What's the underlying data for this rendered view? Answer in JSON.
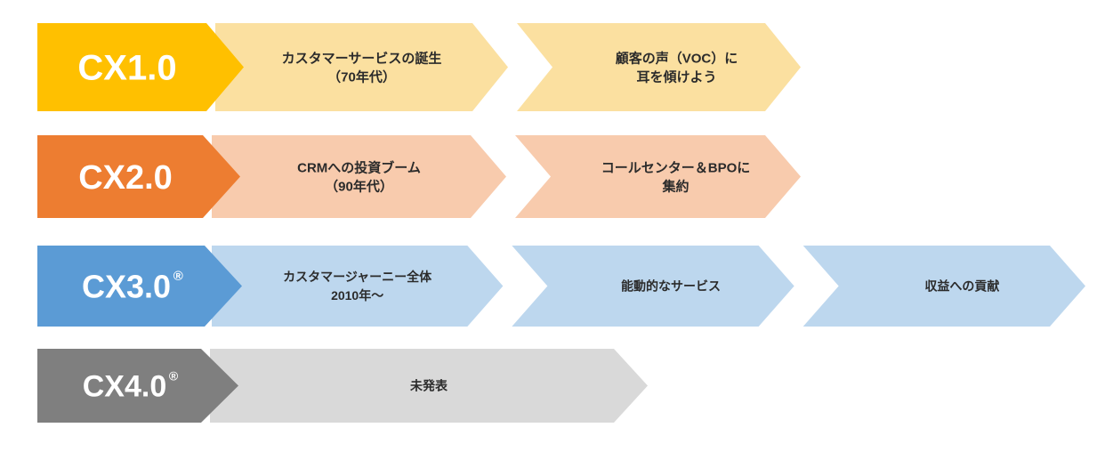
{
  "diagram": {
    "type": "process-arrow-timeline",
    "background": "#ffffff",
    "rows": [
      {
        "id": "cx1",
        "label": "CX1.0",
        "registered": false,
        "label_color": "#FFC000",
        "segment_color": "#FBE0A0",
        "text_color": "#2b2b2b",
        "segments": [
          {
            "lines": [
              "カスタマーサービスの誕生",
              "（70年代）"
            ]
          },
          {
            "lines": [
              "顧客の声（VOC）に",
              "耳を傾けよう"
            ]
          }
        ]
      },
      {
        "id": "cx2",
        "label": "CX2.0",
        "registered": false,
        "label_color": "#ED7D31",
        "segment_color": "#F8CBAD",
        "text_color": "#2b2b2b",
        "segments": [
          {
            "lines": [
              "CRMへの投資ブーム",
              "（90年代）"
            ]
          },
          {
            "lines": [
              "コールセンター＆BPOに",
              "集約"
            ]
          }
        ]
      },
      {
        "id": "cx3",
        "label": "CX3.0",
        "registered": true,
        "label_color": "#5B9BD5",
        "segment_color": "#BDD7EE",
        "text_color": "#2b2b2b",
        "segments": [
          {
            "lines": [
              "カスタマージャーニー全体",
              "2010年〜"
            ]
          },
          {
            "lines": [
              "能動的なサービス"
            ]
          },
          {
            "lines": [
              "収益への貢献"
            ]
          }
        ]
      },
      {
        "id": "cx4",
        "label": "CX4.0",
        "registered": true,
        "label_color": "#7F7F7F",
        "segment_color": "#D9D9D9",
        "text_color": "#2b2b2b",
        "segments": [
          {
            "lines": [
              "未発表"
            ]
          }
        ]
      }
    ],
    "registered_mark": "®"
  }
}
